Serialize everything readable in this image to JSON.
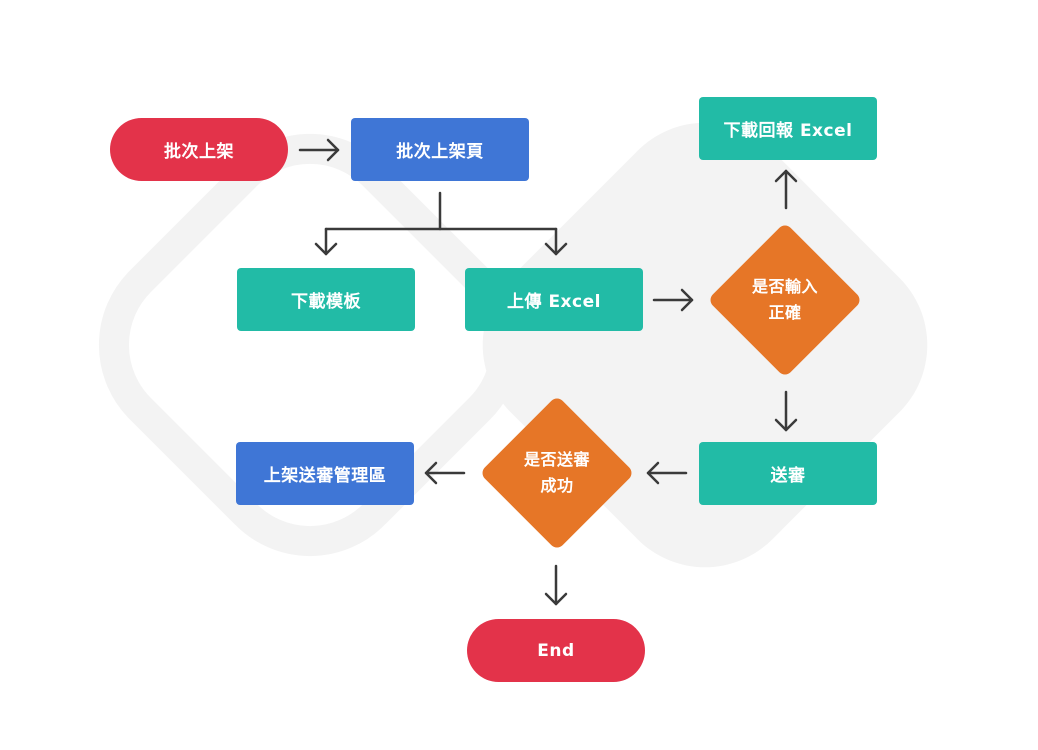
{
  "diagram": {
    "nodes": {
      "start": {
        "label": "批次上架"
      },
      "batch_page": {
        "label": "批次上架頁"
      },
      "download_template": {
        "label": "下載模板"
      },
      "upload_excel": {
        "label": "上傳 Excel"
      },
      "download_report": {
        "label": "下載回報 Excel"
      },
      "decision_input": {
        "line1": "是否輸入",
        "line2": "正確"
      },
      "submit_review": {
        "label": "送審"
      },
      "decision_review": {
        "line1": "是否送審",
        "line2": "成功"
      },
      "review_management": {
        "label": "上架送審管理區"
      },
      "end": {
        "label": "End"
      }
    },
    "edges": [
      {
        "from": "start",
        "to": "batch_page"
      },
      {
        "from": "batch_page",
        "to": "download_template"
      },
      {
        "from": "batch_page",
        "to": "upload_excel"
      },
      {
        "from": "upload_excel",
        "to": "decision_input"
      },
      {
        "from": "decision_input",
        "to": "download_report"
      },
      {
        "from": "decision_input",
        "to": "submit_review"
      },
      {
        "from": "submit_review",
        "to": "decision_review"
      },
      {
        "from": "decision_review",
        "to": "review_management"
      },
      {
        "from": "decision_review",
        "to": "end"
      }
    ],
    "colors": {
      "terminal": "#e3334a",
      "process_blue": "#3f76d6",
      "process_teal": "#22bba6",
      "decision": "#e67627",
      "arrow": "#3a3a3a",
      "background_shape": "#f3f3f3"
    }
  }
}
